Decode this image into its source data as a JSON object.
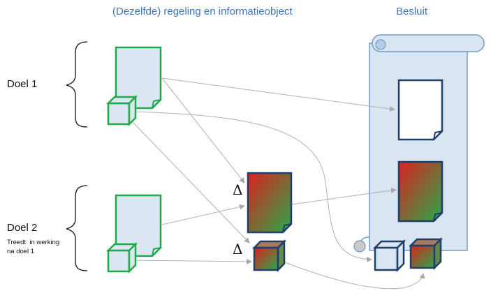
{
  "headers": {
    "regeling": "(Dezelfde) regeling en informatieobject",
    "besluit": "Besluit"
  },
  "goals": [
    {
      "label": "Doel 1"
    },
    {
      "label": "Doel 2",
      "note": "Treedt  in werking\nna doel 1"
    }
  ],
  "delta_symbol": "Δ",
  "colors": {
    "header_text": "#3f76b8",
    "green_outline": "#1faa4a",
    "navy_outline": "#1f3e6a",
    "paper_fill": "#dce6f2",
    "scroll_fill": "#dae5f2",
    "scroll_outline": "#6f9ccb",
    "arrow": "#b0b0b0",
    "gradient_red": "#d9231d",
    "gradient_green": "#2aa84a"
  },
  "icons": {
    "document": "document-icon",
    "cube": "cube-icon",
    "scroll": "scroll-icon",
    "brace": "brace-icon"
  }
}
